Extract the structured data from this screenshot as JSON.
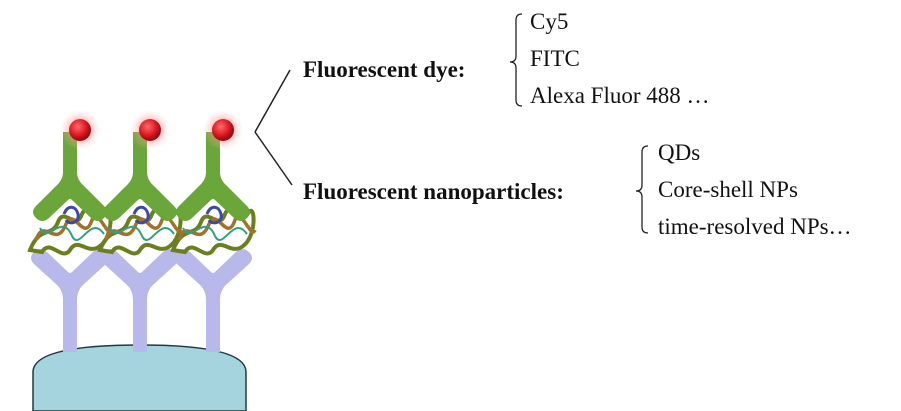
{
  "groups": [
    {
      "heading": "Fluorescent dye:",
      "items": [
        "Cy5",
        "FITC",
        "Alexa Fluor 488 …"
      ]
    },
    {
      "heading": "Fluorescent nanoparticles:",
      "items": [
        "QDs",
        "Core-shell NPs",
        "time-resolved NPs…"
      ]
    }
  ],
  "colors": {
    "substrate": "#a6d4de",
    "substrate_stroke": "#1f3a44",
    "capture_antibody": "#b9b8ea",
    "detection_antibody": "#6aa63a",
    "dye_particle": "#e4202a",
    "dye_glow": "#ff9a9a",
    "antigen_protein": [
      "#6b7f1f",
      "#a2722a",
      "#2f9f86",
      "#3b4aa8"
    ]
  },
  "icons": [
    "substrate-surface",
    "capture-antibody-icon",
    "antigen-protein-icon",
    "detection-antibody-icon",
    "fluorescent-label-icon"
  ]
}
